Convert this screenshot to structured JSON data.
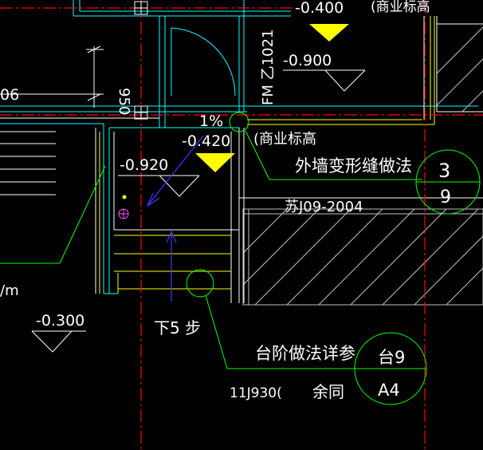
{
  "drawing": {
    "top_elevation": "-0.400",
    "top_label": "(商业标高",
    "left_dim": "950",
    "door_code": "FM 乙1021",
    "elev_right": "-0.900",
    "left_partial": "06",
    "slope": "1%",
    "elev_landing": "-0.420",
    "business_label": "(商业标高",
    "elev_stair_left": "-0.920",
    "wall_joint_note": "外墙变形缝做法",
    "std_joint": "苏J09-2004",
    "callout_top_num": "3",
    "callout_top_sheet": "9",
    "unit_partial": "/m",
    "elev_lower_left": "-0.300",
    "stairs_note": "下5 步",
    "steps_note": "台阶做法详参",
    "std_steps": "11J930(",
    "same_note": "余同",
    "callout_bottom_num": "台9",
    "callout_bottom_sheet": "A4"
  },
  "colors": {
    "background": "#000000",
    "white": "#ffffff",
    "yellow": "#ffff00",
    "cyan": "#00ffff",
    "green": "#00ff00",
    "red": "#ff0000",
    "blue": "#3a3aff",
    "gray": "#c0c0c0"
  }
}
